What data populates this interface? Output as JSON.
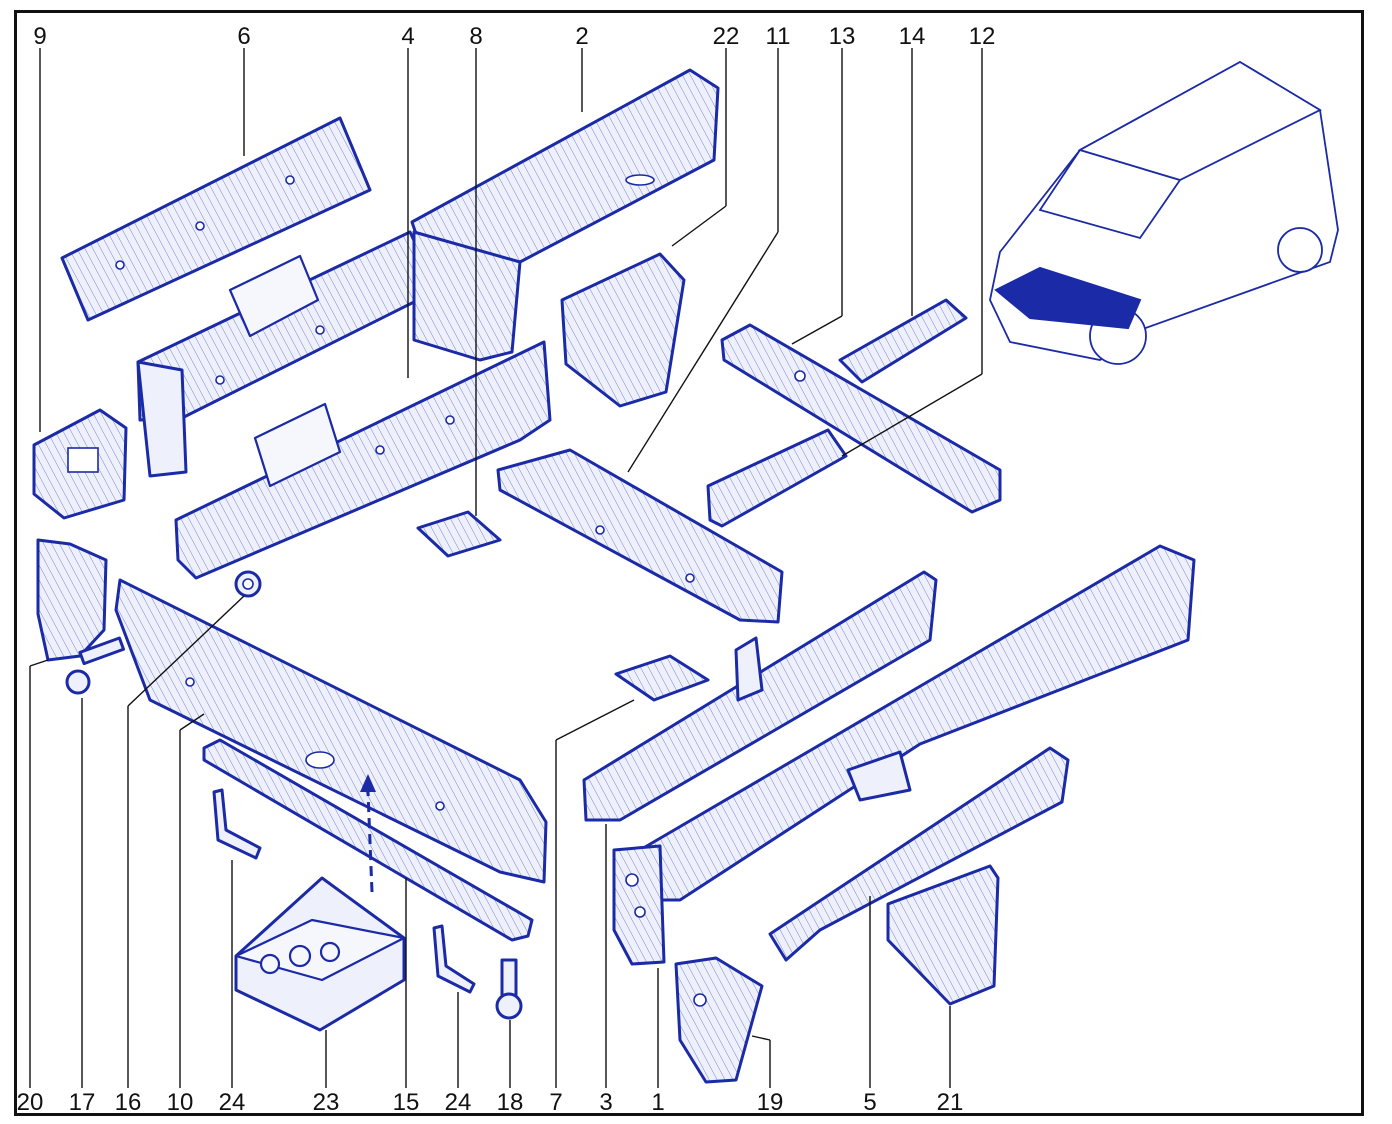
{
  "diagram": {
    "accent_color": "#1b2aa6",
    "callouts_top": [
      "9",
      "6",
      "4",
      "8",
      "2",
      "22",
      "11",
      "13",
      "14",
      "12"
    ],
    "callouts_bottom": [
      "20",
      "17",
      "16",
      "10",
      "24",
      "23",
      "15",
      "24",
      "18",
      "7",
      "3",
      "1",
      "19",
      "5",
      "21"
    ]
  }
}
